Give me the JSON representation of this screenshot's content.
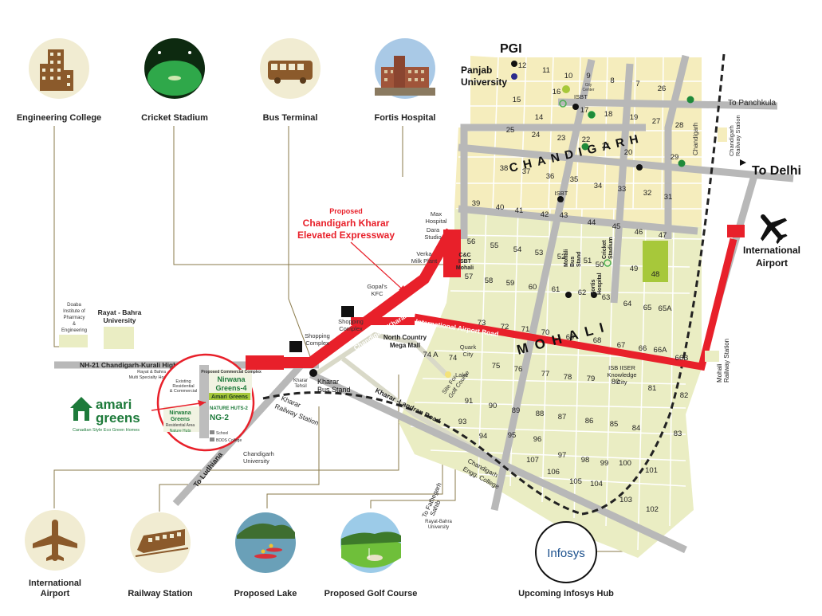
{
  "top_icons": [
    {
      "label": "Engineering College",
      "icon": "building-icon"
    },
    {
      "label": "Cricket Stadium",
      "icon": "stadium-icon"
    },
    {
      "label": "Bus Terminal",
      "icon": "bus-icon"
    },
    {
      "label": "Fortis Hospital",
      "icon": "hospital-icon"
    }
  ],
  "bottom_icons": [
    {
      "label_lines": [
        "International",
        "Airport"
      ],
      "icon": "airplane-icon"
    },
    {
      "label_lines": [
        "Railway Station"
      ],
      "icon": "train-icon"
    },
    {
      "label_lines": [
        "Proposed  Lake"
      ],
      "icon": "lake-icon"
    },
    {
      "label_lines": [
        "Proposed Golf Course"
      ],
      "icon": "golf-icon"
    },
    {
      "label_lines": [
        "Upcoming Infosys Hub"
      ],
      "icon": "infosys-logo-icon"
    }
  ],
  "infosys_logo": "Infosys",
  "places": {
    "pgi": "PGI",
    "panjab_university": [
      "Panjab",
      "University"
    ],
    "chandigarh": "CHANDIGARH",
    "mohali": "MOHALI",
    "to_panchkula": "To Panchkula",
    "to_delhi": "To Delhi",
    "chandigarh_railway_station": [
      "Chandigarh",
      "Railway Station"
    ],
    "international_airport": [
      "International",
      "Airport"
    ],
    "mohali_railway_station": [
      "Mohali",
      "Railway Station"
    ],
    "max_hospital": [
      "Max",
      "Hospital"
    ],
    "dara_studio": [
      "Dara",
      "Studio"
    ],
    "verka": [
      "Verka",
      "Milk Plant"
    ],
    "gopals": [
      "Gopal's",
      "KFC"
    ],
    "shopping_complex_1": [
      "Shopping",
      "Complex"
    ],
    "shopping_complex_2": [
      "Shopping",
      "Complex"
    ],
    "north_country": [
      "North Country",
      "Mega Mall"
    ],
    "quark_city": [
      "Quark",
      "City"
    ],
    "lake": "Lake",
    "golf_site": [
      "Site For",
      "Golf Course"
    ],
    "kharar_bus_stand": [
      "Kharar",
      "Bus Stand"
    ],
    "kharar_tehsil": [
      "Kharar",
      "Tehsil"
    ],
    "kharar_railway": [
      "Kharar",
      "Railway Station"
    ],
    "chandigarh_university": [
      "Chandigarh",
      "University"
    ],
    "cgc": [
      "Chandigarh",
      "Engg. College"
    ],
    "to_fatehgarh": [
      "To Fathegarh",
      "Sahib"
    ],
    "rayat_bahra_small": [
      "Rayat-Bahra",
      "University"
    ],
    "rayat_bahra": [
      "Rayat - Bahra",
      "University"
    ],
    "doaba": [
      "Doaba",
      "Institute of",
      "Pharmacy",
      "&",
      "Engineering"
    ],
    "rayat_hospital": [
      "Rayat & Bahra",
      "Multi Specialty Hospital"
    ],
    "isb_iiser": [
      "ISB  IISER",
      "Knowledge",
      "City"
    ],
    "isbt_17": "ISBT",
    "isbt_43": [
      "ISBT",
      "II"
    ],
    "cc_isbt": [
      "C&C",
      "ISBT",
      "Mohali"
    ],
    "mohali_bus_stand": [
      "Mohali",
      "Bus",
      "Stand"
    ],
    "fortis_hospital": [
      "Fortis",
      "Hospital"
    ],
    "cricket_stadium": [
      "Cricket",
      "Stadium"
    ],
    "city_center": [
      "City",
      "Center"
    ],
    "to_ludhiana": "To Ludhiana"
  },
  "roads": {
    "expressway_title": [
      "Proposed",
      "Chandigarh Kharar",
      "Elevated Expressway"
    ],
    "chandigarh_kharar_road": "Chandigarh-Kharar Road",
    "international_airport_road": "International Airport Road",
    "nh21": "NH-21 Chandigarh-Kurali Highway",
    "kharar_landran_road": "Kharar -Landran Road"
  },
  "sectors_chd": [
    "12",
    "11",
    "10",
    "9",
    "8",
    "7",
    "26",
    "15",
    "16",
    "17",
    "18",
    "19",
    "27",
    "28",
    "14",
    "25",
    "24",
    "23",
    "22",
    "21",
    "20",
    "29",
    "38",
    "37",
    "36",
    "35",
    "34",
    "33",
    "32",
    "31",
    "39",
    "40",
    "41",
    "42",
    "43",
    "44",
    "45",
    "46",
    "47"
  ],
  "sectors_mohali": [
    "56",
    "55",
    "54",
    "53",
    "52",
    "51",
    "50",
    "49",
    "48",
    "57",
    "58",
    "59",
    "60",
    "61",
    "62",
    "63",
    "64",
    "65",
    "65A",
    "73",
    "72",
    "71",
    "70",
    "69",
    "68",
    "67",
    "66",
    "66A",
    "66B",
    "74 A",
    "74",
    "75",
    "76",
    "77",
    "78",
    "79",
    "80",
    "81",
    "82",
    "91",
    "90",
    "89",
    "88",
    "87",
    "86",
    "85",
    "84",
    "83",
    "93",
    "94",
    "95",
    "96",
    "97",
    "98",
    "99",
    "100",
    "101",
    "107",
    "106",
    "105",
    "104",
    "103",
    "102"
  ],
  "inset": {
    "existing": [
      "Existing",
      "Residential",
      "& Commercial"
    ],
    "proposed_commercial": "Proposed Commercial Complex",
    "nirwana_greens_4": [
      "Nirwana",
      "Greens-4"
    ],
    "amari_greens": "Amari Greens",
    "nature_huts_2": "NATURE HUTS-2",
    "ng2": "NG-2",
    "nirwana_greens_res": [
      "Nirwana",
      "Greens"
    ],
    "residential_area": "Residential Area",
    "nature_huts": "Nature Huts",
    "school": "School",
    "bdds_college": "BDDS College"
  },
  "brand": {
    "name_1": "amari",
    "name_2": "greens",
    "tagline": "Canadian Style Eco Green Homes",
    "color": "#1d7a3a"
  },
  "colors": {
    "expressway": "#e8202a",
    "road": "#b8b8b8",
    "chandigarh_fill": "#f5edbd",
    "mohali_fill": "#eaedc3",
    "icon_bg": "#f1ecd2"
  }
}
